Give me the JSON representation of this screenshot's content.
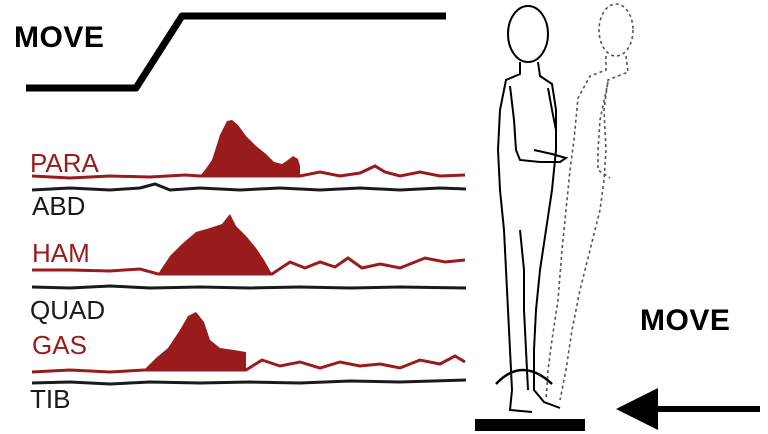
{
  "stimulus": {
    "label": "MOVE"
  },
  "platform": {
    "label": "MOVE"
  },
  "traces": [
    {
      "label": "PARA",
      "color": "#9a1b1b",
      "burst": true
    },
    {
      "label": "ABD",
      "color": "#1a1a1a",
      "burst": false
    },
    {
      "label": "HAM",
      "color": "#9a1b1b",
      "burst": true
    },
    {
      "label": "QUAD",
      "color": "#1a1a1a",
      "burst": false
    },
    {
      "label": "GAS",
      "color": "#9a1b1b",
      "burst": true
    },
    {
      "label": "TIB",
      "color": "#1a1a1a",
      "burst": false
    }
  ],
  "colors": {
    "active_muscle": "#9a1b1b",
    "inactive_muscle": "#1a1a1a",
    "outline": "#000000"
  }
}
